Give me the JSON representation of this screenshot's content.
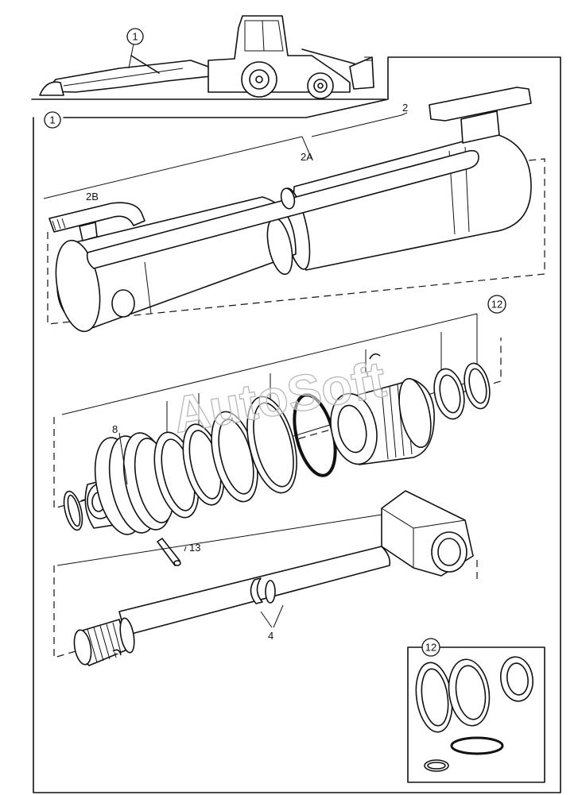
{
  "watermark": "AutoSoft",
  "callouts": {
    "overview": "1",
    "frame": "1",
    "seal_kit": "12",
    "seal_kit_inset": "12"
  },
  "labels": {
    "barrel": "2",
    "pipe_a": "2A",
    "pipe_b": "2B",
    "piston": "8",
    "pin": "13",
    "rod": "4"
  }
}
